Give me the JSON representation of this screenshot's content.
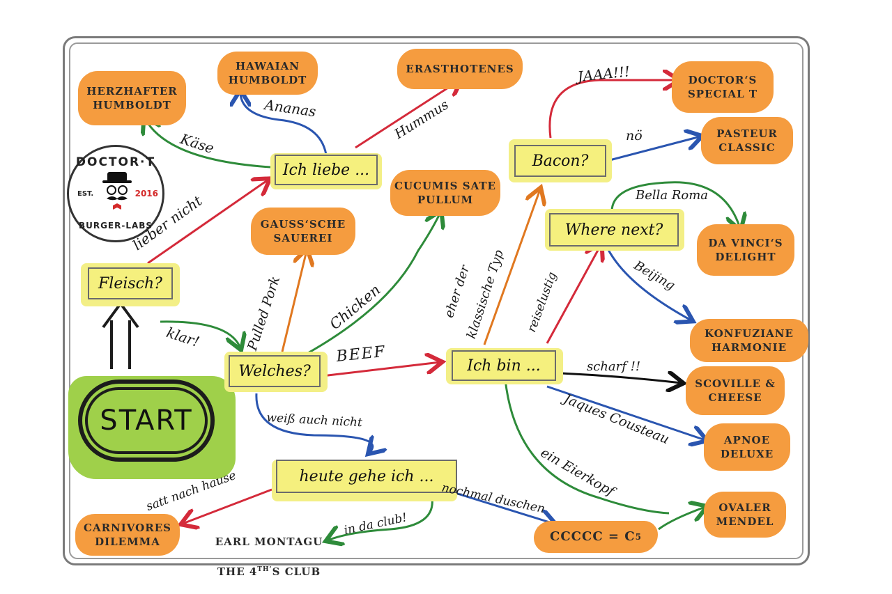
{
  "logo": {
    "top": "DOCTOR·T",
    "est": "EST.",
    "year": "2016",
    "bottom": "BURGER-LABS"
  },
  "start": "START",
  "questions": {
    "fleisch": "Fleisch?",
    "welches": "Welches?",
    "ich_liebe": "Ich liebe ...",
    "ich_bin": "Ich bin ...",
    "bacon": "Bacon?",
    "where_next": "Where next?",
    "heute": "heute gehe ich ..."
  },
  "outcomes": {
    "herzhafter": "HERZHAFTER\nHUMBOLDT",
    "hawaiian": "HAWAIAN\nHUMBOLDT",
    "erasthotenes": "ERASTHOTENES",
    "cucumis": "CUCUMIS SATE\nPULLUM",
    "gauss": "GAUSS‘SCHE\nSAUEREI",
    "doctors": "DOCTOR‘S\nSPECIAL T",
    "pasteur": "PASTEUR\nCLASSIC",
    "davinci": "DA VINCI‘S\nDELIGHT",
    "konfuz": "KONFUZIANE\nHARMONIE",
    "scoville": "SCOVILLE &\nCHEESE",
    "apnoe": "APNOE\nDELUXE",
    "ovaler": "OVALER\nMENDEL",
    "ccccc": "CCCCC = C",
    "ccccc_sup": "5",
    "carnivores": "CARNIVORES\nDILEMMA",
    "earl": "EARL MONTAGU",
    "earl2_a": "THE 4",
    "earl2_sup": "TH‘",
    "earl2_b": "S CLUB"
  },
  "labels": {
    "kaese": "Käse",
    "ananas": "Ananas",
    "hummus": "Hummus",
    "lieber_nicht": "lieber nicht",
    "klar": "klar!",
    "pulled_pork": "Pulled Pork",
    "chicken": "Chicken",
    "beef": "BEEF",
    "eher": "eher der",
    "klassische": "klassische Typ",
    "jaaa": "JAAA!!!",
    "noe": "nö",
    "bella_roma": "Bella Roma",
    "beijing": "Beijing",
    "reiselustig": "reiselustig",
    "scharf": "scharf !!",
    "jaques": "Jaques Cousteau",
    "eierkopf": "ein Eierkopf",
    "weiss": "weiß auch nicht",
    "satt": "satt nach hause",
    "nochmal": "nochmal duschen",
    "in_da_club": "in da club!"
  },
  "colors": {
    "green": "#2e8b3a",
    "red": "#d42a3a",
    "blue": "#2a55b0",
    "orange": "#e07820",
    "black": "#111111",
    "orange_blob": "#f59c3f",
    "yellow": "#f5f07e",
    "start_green": "#9fd04a"
  }
}
